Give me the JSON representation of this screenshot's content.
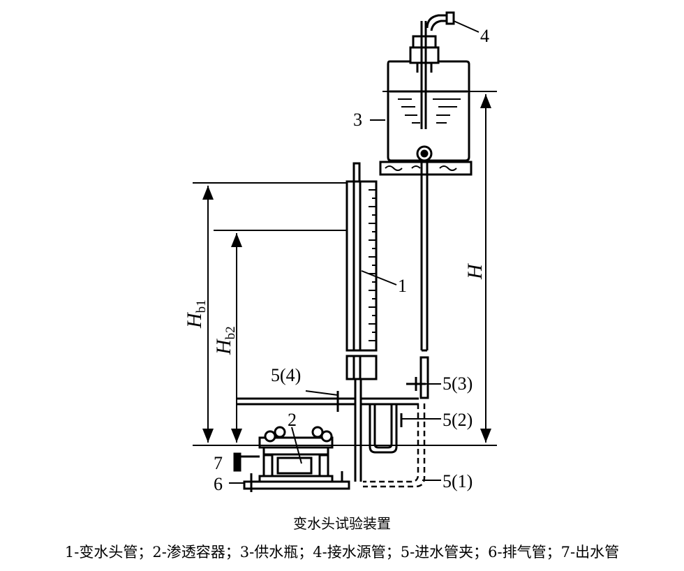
{
  "labels": {
    "l1": "1",
    "l2": "2",
    "l3": "3",
    "l4": "4",
    "l5_1": "5(1)",
    "l5_2": "5(2)",
    "l5_3": "5(3)",
    "l5_4": "5(4)",
    "l6": "6",
    "l7": "7"
  },
  "dims": {
    "H": "H",
    "hb1_main": "H",
    "hb1_sub": "b1",
    "hb2_main": "H",
    "hb2_sub": "b2"
  },
  "caption": {
    "title": "变水头试验装置",
    "legend": "1-变水头管；2-渗透容器；3-供水瓶；4-接水源管；5-进水管夹；6-排气管；7-出水管"
  }
}
